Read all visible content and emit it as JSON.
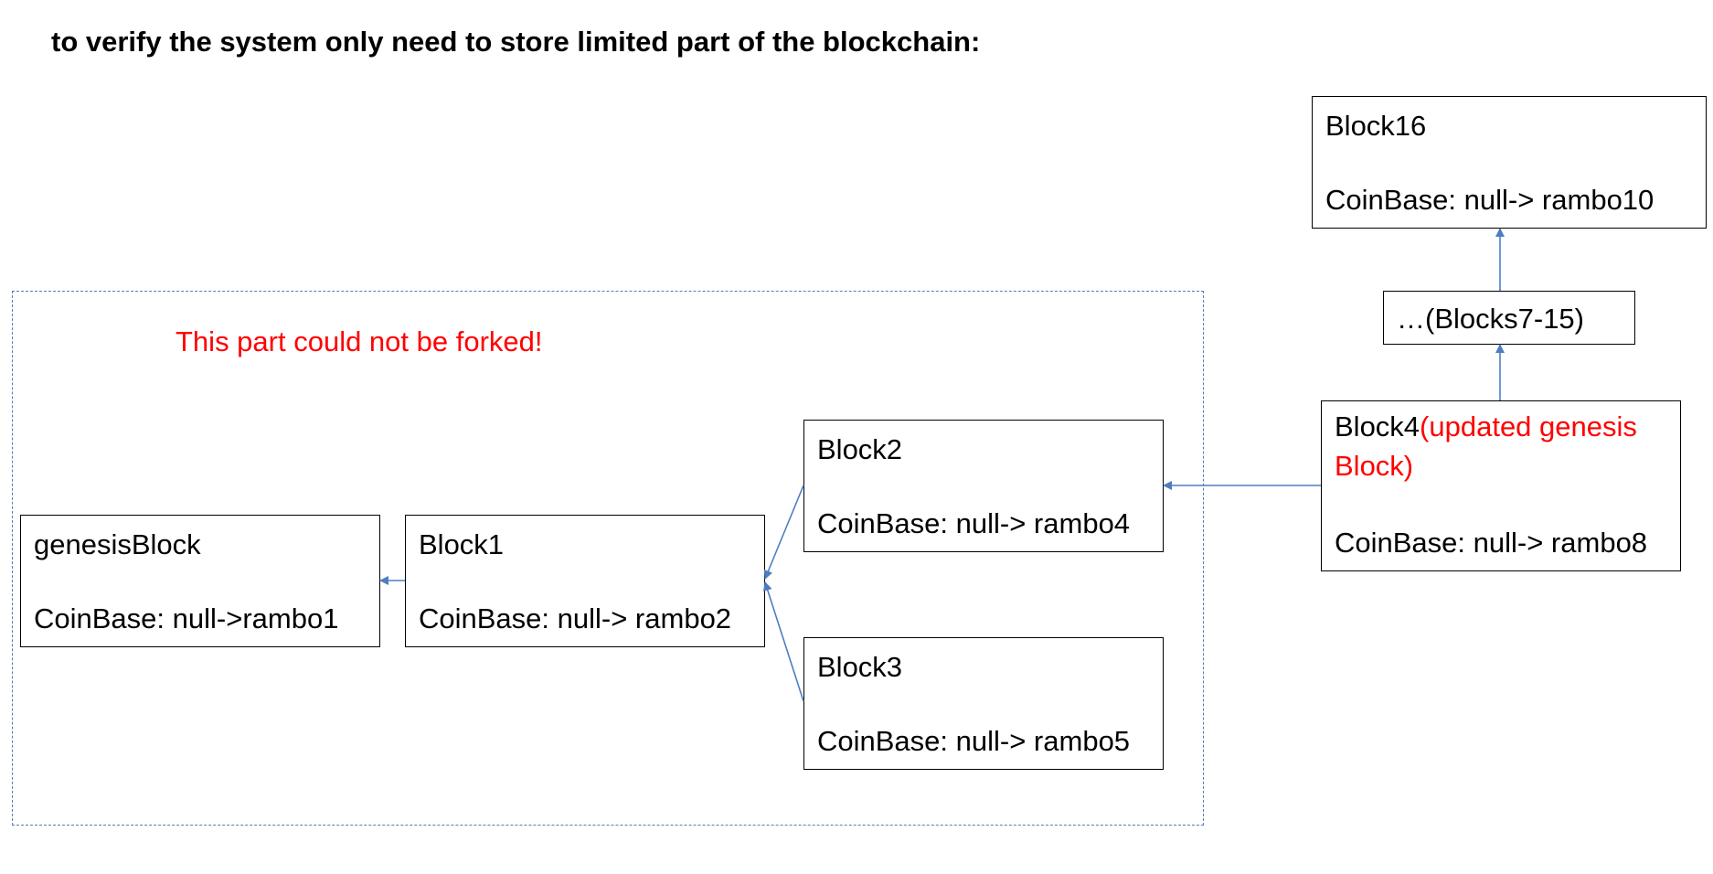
{
  "title": "to verify the system only need to store limited part of the blockchain:",
  "note": "This part could not be forked!",
  "blocks": {
    "genesis": {
      "name": "genesisBlock",
      "coinbase": "CoinBase: null->rambo1"
    },
    "block1": {
      "name": "Block1",
      "coinbase": "CoinBase: null-> rambo2"
    },
    "block2": {
      "name": "Block2",
      "coinbase": "CoinBase: null-> rambo4"
    },
    "block3": {
      "name": "Block3",
      "coinbase": "CoinBase: null-> rambo5"
    },
    "block4": {
      "name": "Block4",
      "name_note": "(updated genesis Block)",
      "coinbase": "CoinBase: null-> rambo8"
    },
    "gap": {
      "label": "…(Blocks7-15)"
    },
    "block16": {
      "name": "Block16",
      "coinbase": "CoinBase: null-> rambo10"
    }
  },
  "colors": {
    "arrow": "#4f7dc0",
    "highlight": "#ff0000",
    "region_border": "#4f7dc0"
  }
}
